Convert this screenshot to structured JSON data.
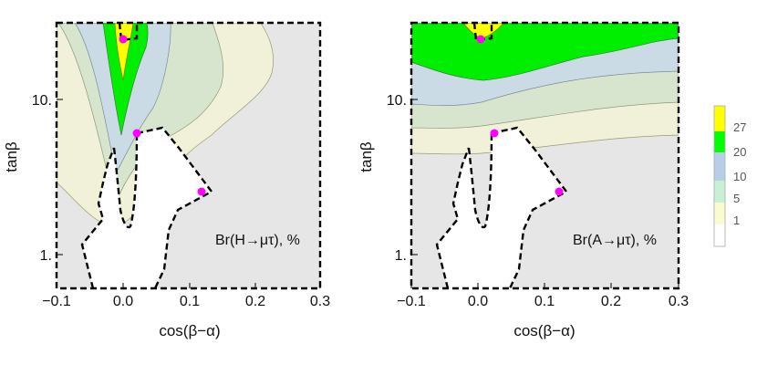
{
  "legend": {
    "levels": [
      {
        "label": "27",
        "color": "#ffff00"
      },
      {
        "label": "20",
        "color": "#00ff00"
      },
      {
        "label": "10",
        "color": "#b7cfe6"
      },
      {
        "label": "5",
        "color": "#c8f0d4"
      },
      {
        "label": "1",
        "color": "#fbfbd0"
      }
    ],
    "below_color": "#ffffff",
    "above_color": "#ffff00"
  },
  "colors": {
    "background": "#e6e6e6",
    "band_1": "#f1f0d8",
    "band_5": "#d7e5cf",
    "band_10": "#cbdbe6",
    "band_20": "#00ee00",
    "band_27": "#ffff00",
    "white_region": "#ffffff",
    "boundary": "#000000",
    "points": "#ff00ff"
  },
  "chart_data": [
    {
      "type": "contour",
      "annotation": "Br(H→μτ), %",
      "xlabel": "cos(β−α)",
      "ylabel": "tanβ",
      "xlim": [
        -0.1,
        0.3
      ],
      "ylim": [
        0.6,
        30
      ],
      "yscale": "log",
      "xticks": [
        -0.1,
        0.0,
        0.1,
        0.2,
        0.3
      ],
      "xtick_labels": [
        "−0.1",
        "0.0",
        "0.1",
        "0.2",
        "0.3"
      ],
      "yticks": [
        1,
        10
      ],
      "ytick_labels": [
        "1.",
        "10."
      ],
      "contour_levels": [
        1,
        5,
        10,
        20,
        27
      ],
      "points": [
        {
          "x": 0.0,
          "y": 25.2
        },
        {
          "x": 0.021,
          "y": 6.2
        },
        {
          "x": 0.118,
          "y": 2.55
        }
      ]
    },
    {
      "type": "contour",
      "annotation": "Br(A→μτ), %",
      "xlabel": "cos(β−α)",
      "ylabel": "tanβ",
      "xlim": [
        -0.1,
        0.3
      ],
      "ylim": [
        0.6,
        30
      ],
      "yscale": "log",
      "xticks": [
        -0.1,
        0.0,
        0.1,
        0.2,
        0.3
      ],
      "xtick_labels": [
        "−0.1",
        "0.0",
        "0.1",
        "0.2",
        "0.3"
      ],
      "yticks": [
        1,
        10
      ],
      "ytick_labels": [
        "1.",
        "10."
      ],
      "contour_levels": [
        1,
        5,
        10,
        20,
        27
      ],
      "points": [
        {
          "x": 0.0,
          "y": 25.2
        },
        {
          "x": 0.021,
          "y": 6.2
        },
        {
          "x": 0.118,
          "y": 2.55
        }
      ]
    }
  ]
}
